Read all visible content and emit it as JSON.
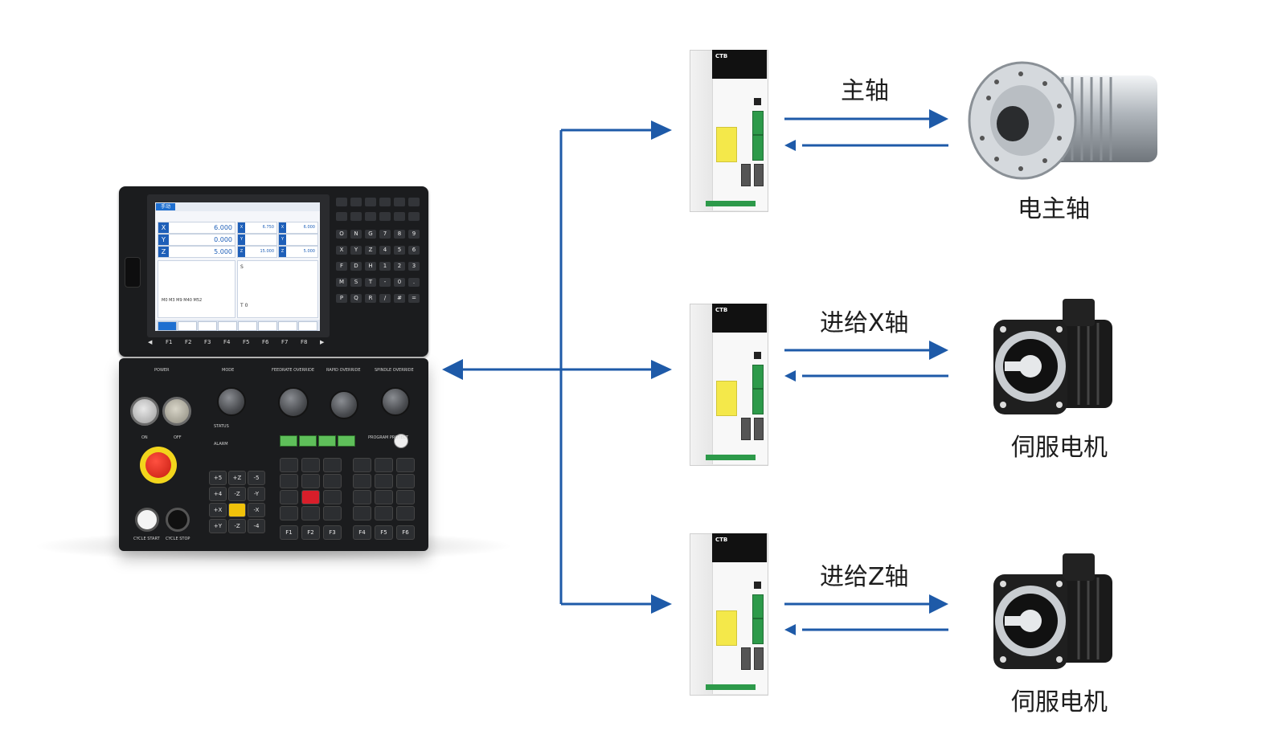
{
  "labels": {
    "spindle_link": "主轴",
    "x_link": "进给X轴",
    "z_link": "进给Z轴",
    "spindle_motor": "电主轴",
    "x_motor": "伺服电机",
    "z_motor": "伺服电机"
  },
  "colors": {
    "arrow": "#1e5aa8",
    "controller": "#1b1c1e",
    "drive_accent": "#2d9a4a"
  },
  "controller": {
    "screen": {
      "mode": "手动",
      "axes": [
        {
          "axis": "X",
          "value": "6.000"
        },
        {
          "axis": "Y",
          "value": "0.000"
        },
        {
          "axis": "Z",
          "value": "5.000"
        }
      ],
      "mid_axes": [
        {
          "axis": "X",
          "value": "6.750"
        },
        {
          "axis": "Y",
          "value": ""
        },
        {
          "axis": "Z",
          "value": "15.000"
        }
      ],
      "right_axes": [
        {
          "axis": "X",
          "value": "6.000"
        },
        {
          "axis": "Y",
          "value": ""
        },
        {
          "axis": "Z",
          "value": "5.000"
        }
      ],
      "program_line": "M0 M3 M9 M40 M52",
      "status_s": "S",
      "status_t": "T 0"
    },
    "softkeys": [
      "F1",
      "F2",
      "F3",
      "F4",
      "F5",
      "F6",
      "F7",
      "F8"
    ],
    "keypad": [
      "O",
      "N",
      "G",
      "7",
      "8",
      "9",
      "X",
      "Y",
      "Z",
      "4",
      "5",
      "6",
      "F",
      "D",
      "H",
      "1",
      "2",
      "3",
      "M",
      "S",
      "T",
      "-",
      "0",
      ".",
      "P",
      "Q",
      "R",
      "/",
      "#",
      "="
    ],
    "panel": {
      "power": "POWER",
      "mode": "MODE",
      "feed_override": "FEEDRATE OVERRIDE",
      "rapid_override": "RAPID OVERRIDE",
      "spindle_override": "SPINDLE OVERRIDE",
      "on": "ON",
      "off": "OFF",
      "cycle_start": "CYCLE START",
      "cycle_stop": "CYCLE STOP",
      "status": "STATUS",
      "alarm": "ALARM",
      "program_protect": "PROGRAM PROTECT",
      "jog_keys": [
        "+5",
        "+Z",
        "-5",
        "+4",
        "-Z",
        "-Y",
        "+X",
        "",
        "-X",
        "+Y",
        "-Z",
        "-4"
      ],
      "func_keys": [
        "F1",
        "F2",
        "F3",
        "F4",
        "F5",
        "F6"
      ]
    }
  },
  "drive_brand": "CTB"
}
